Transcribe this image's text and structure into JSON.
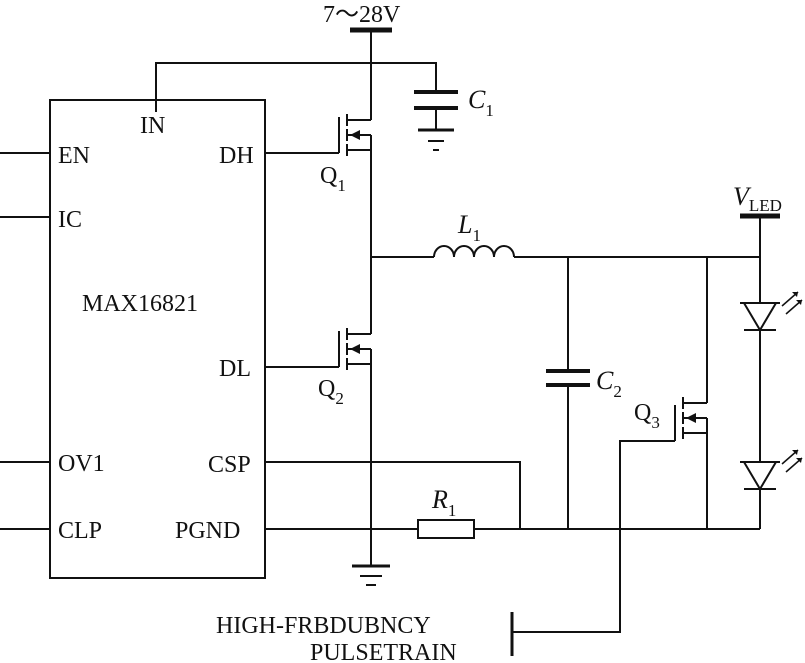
{
  "supply": {
    "label": "7～28V"
  },
  "ic": {
    "name": "MAX16821",
    "pins": {
      "in": "IN",
      "en": "EN",
      "ic": "IC",
      "dh": "DH",
      "dl": "DL",
      "ov1": "OV1",
      "csp": "CSP",
      "clp": "CLP",
      "pgnd": "PGND"
    }
  },
  "components": {
    "c1": {
      "letter": "C",
      "sub": "1"
    },
    "c2": {
      "letter": "C",
      "sub": "2"
    },
    "l1": {
      "letter": "L",
      "sub": "1"
    },
    "r1": {
      "letter": "R",
      "sub": "1"
    },
    "q1": {
      "letter": "Q",
      "sub": "1"
    },
    "q2": {
      "letter": "Q",
      "sub": "2"
    },
    "q3": {
      "letter": "Q",
      "sub": "3"
    },
    "vled": {
      "letter": "V",
      "sub": "LED"
    }
  },
  "pulse": {
    "line1": "HIGH-FRBDUBNCY",
    "line2": "PULSETRAIN"
  }
}
